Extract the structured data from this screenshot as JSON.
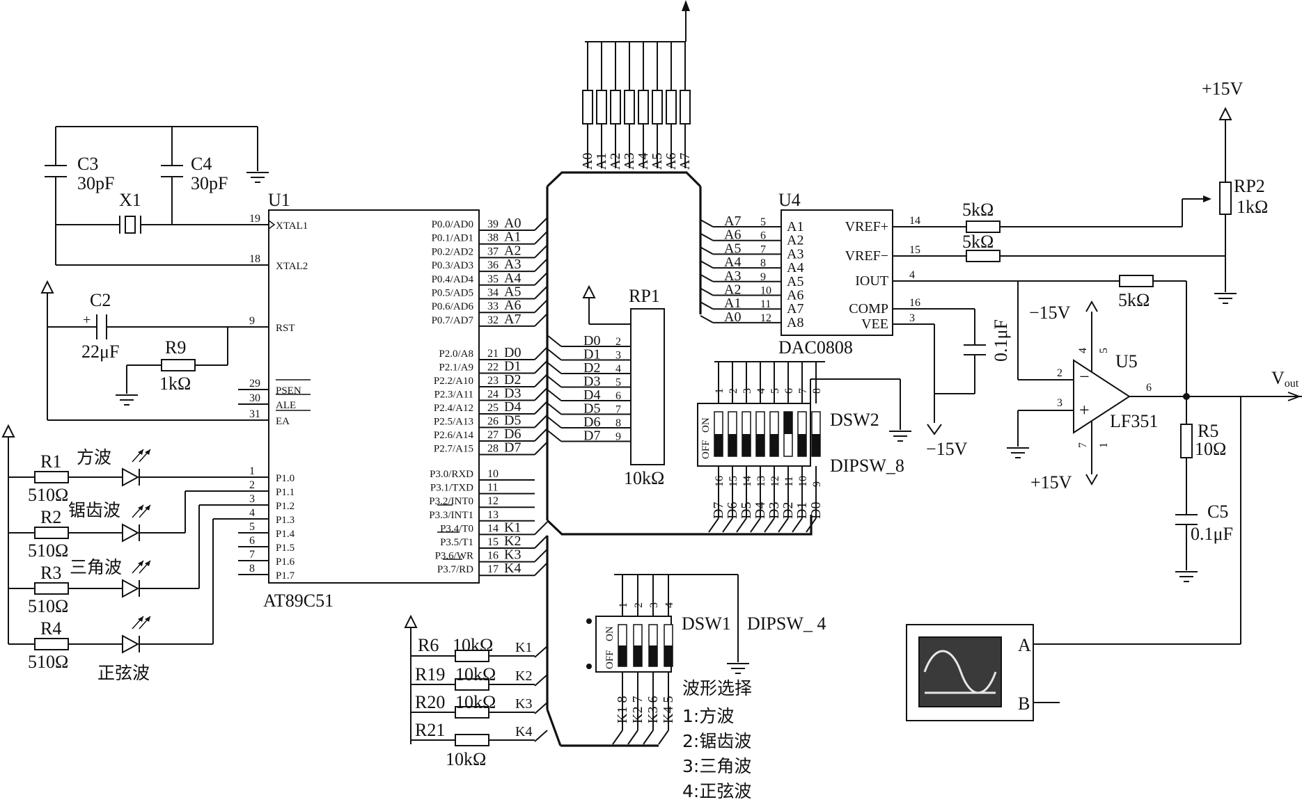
{
  "u1": {
    "ref": "U1",
    "part": "AT89C51",
    "left_pins": [
      {
        "num": "19",
        "name": "XTAL1"
      },
      {
        "num": "18",
        "name": "XTAL2"
      },
      {
        "num": "9",
        "name": "RST"
      },
      {
        "num": "29",
        "name": "PSEN"
      },
      {
        "num": "30",
        "name": "ALE"
      },
      {
        "num": "31",
        "name": "EA"
      },
      {
        "num": "1",
        "name": "P1.0"
      },
      {
        "num": "2",
        "name": "P1.1"
      },
      {
        "num": "3",
        "name": "P1.2"
      },
      {
        "num": "4",
        "name": "P1.3"
      },
      {
        "num": "5",
        "name": "P1.4"
      },
      {
        "num": "6",
        "name": "P1.5"
      },
      {
        "num": "7",
        "name": "P1.6"
      },
      {
        "num": "8",
        "name": "P1.7"
      }
    ],
    "right_pins": [
      {
        "num": "39",
        "name": "P0.0/AD0",
        "net": "A0"
      },
      {
        "num": "38",
        "name": "P0.1/AD1",
        "net": "A1"
      },
      {
        "num": "37",
        "name": "P0.2/AD2",
        "net": "A2"
      },
      {
        "num": "36",
        "name": "P0.3/AD3",
        "net": "A3"
      },
      {
        "num": "35",
        "name": "P0.4/AD4",
        "net": "A4"
      },
      {
        "num": "34",
        "name": "P0.5/AD5",
        "net": "A5"
      },
      {
        "num": "33",
        "name": "P0.6/AD6",
        "net": "A6"
      },
      {
        "num": "32",
        "name": "P0.7/AD7",
        "net": "A7"
      },
      {
        "num": "21",
        "name": "P2.0/A8",
        "net": "D0"
      },
      {
        "num": "22",
        "name": "P2.1/A9",
        "net": "D1"
      },
      {
        "num": "23",
        "name": "P2.2/A10",
        "net": "D2"
      },
      {
        "num": "24",
        "name": "P2.3/A11",
        "net": "D3"
      },
      {
        "num": "25",
        "name": "P2.4/A12",
        "net": "D4"
      },
      {
        "num": "26",
        "name": "P2.5/A13",
        "net": "D5"
      },
      {
        "num": "27",
        "name": "P2.6/A14",
        "net": "D6"
      },
      {
        "num": "28",
        "name": "P2.7/A15",
        "net": "D7"
      },
      {
        "num": "10",
        "name": "P3.0/RXD",
        "net": ""
      },
      {
        "num": "11",
        "name": "P3.1/TXD",
        "net": ""
      },
      {
        "num": "12",
        "name": "P3.2/INT0",
        "net": ""
      },
      {
        "num": "13",
        "name": "P3.3/INT1",
        "net": ""
      },
      {
        "num": "14",
        "name": "P3.4/T0",
        "net": "K1"
      },
      {
        "num": "15",
        "name": "P3.5/T1",
        "net": "K2"
      },
      {
        "num": "16",
        "name": "P3.6/WR",
        "net": "K3"
      },
      {
        "num": "17",
        "name": "P3.7/RD",
        "net": "K4"
      }
    ]
  },
  "pullup_nets": [
    "A0",
    "A1",
    "A2",
    "A3",
    "A4",
    "A5",
    "A6",
    "A7"
  ],
  "crystal": {
    "c3": "C3",
    "c3_val": "30pF",
    "c4": "C4",
    "c4_val": "30pF",
    "x1": "X1"
  },
  "reset": {
    "c2": "C2",
    "c2_val": "22μF",
    "c2_plus": "+",
    "r9": "R9",
    "r9_val": "1kΩ"
  },
  "leds": [
    {
      "ref": "R1",
      "val": "510Ω",
      "label": "方波"
    },
    {
      "ref": "R2",
      "val": "510Ω",
      "label": "锯齿波"
    },
    {
      "ref": "R3",
      "val": "510Ω",
      "label": "三角波"
    },
    {
      "ref": "R4",
      "val": "510Ω",
      "label": "正弦波"
    }
  ],
  "rp1": {
    "ref": "RP1",
    "val": "10kΩ",
    "nets": [
      "D0",
      "D1",
      "D2",
      "D3",
      "D4",
      "D5",
      "D6",
      "D7"
    ],
    "pins": [
      "2",
      "3",
      "4",
      "5",
      "6",
      "7",
      "8",
      "9"
    ]
  },
  "dsw2": {
    "ref": "DSW2",
    "part": "DIPSW_8",
    "top_pins": [
      "1",
      "2",
      "3",
      "4",
      "5",
      "6",
      "7",
      "8"
    ],
    "bottom_pins": [
      "16",
      "15",
      "14",
      "13",
      "12",
      "11",
      "10",
      "9"
    ],
    "bottom_nets": [
      "D7",
      "D6",
      "D5",
      "D4",
      "D3",
      "D2",
      "D1",
      "D0"
    ],
    "off": "OFF",
    "on": "ON",
    "switch_on": [
      true,
      true,
      true,
      true,
      true,
      false,
      true,
      true
    ]
  },
  "dsw1": {
    "ref": "DSW1",
    "part": "DIPSW_ 4",
    "top_pins": [
      "1",
      "2",
      "3",
      "4"
    ],
    "bottom": [
      "K1 8",
      "K2 7",
      "K3 6",
      "K4 5"
    ],
    "off": "OFF",
    "on": "ON",
    "switch_on": [
      true,
      true,
      true,
      true
    ]
  },
  "key_res": [
    {
      "ref": "R6",
      "val": "10kΩ",
      "net": "K1"
    },
    {
      "ref": "R19",
      "val": "10kΩ",
      "net": "K2"
    },
    {
      "ref": "R20",
      "val": "10kΩ",
      "net": "K3"
    },
    {
      "ref": "R21",
      "val": "10kΩ",
      "net": "K4"
    }
  ],
  "wave_select": {
    "title": "波形选择",
    "items": [
      "1:方波",
      "2:锯齿波",
      "3:三角波",
      "4:正弦波"
    ]
  },
  "u4": {
    "ref": "U4",
    "part": "DAC0808",
    "left_pins": [
      {
        "net": "A7",
        "num": "5",
        "name": "A1"
      },
      {
        "net": "A6",
        "num": "6",
        "name": "A2"
      },
      {
        "net": "A5",
        "num": "7",
        "name": "A3"
      },
      {
        "net": "A4",
        "num": "8",
        "name": "A4"
      },
      {
        "net": "A3",
        "num": "9",
        "name": "A5"
      },
      {
        "net": "A2",
        "num": "10",
        "name": "A6"
      },
      {
        "net": "A1",
        "num": "11",
        "name": "A7"
      },
      {
        "net": "A0",
        "num": "12",
        "name": "A8"
      }
    ],
    "right_pins": [
      {
        "num": "14",
        "name": "VREF+"
      },
      {
        "num": "15",
        "name": "VREF−"
      },
      {
        "num": "4",
        "name": "IOUT"
      },
      {
        "num": "16",
        "name": "COMP"
      },
      {
        "num": "3",
        "name": "VEE"
      }
    ]
  },
  "ref_res": [
    {
      "val": "5kΩ"
    },
    {
      "val": "5kΩ"
    }
  ],
  "rp2": {
    "ref": "RP2",
    "val": "1kΩ",
    "supply": "+15V"
  },
  "comp_cap": {
    "val": "0.1μF"
  },
  "neg_supply": "−15V",
  "u5": {
    "ref": "U5",
    "part": "LF351",
    "vneg": "−15V",
    "vpos": "+15V",
    "pin_inv": "2",
    "pin_noninv": "3",
    "pin_out": "6",
    "pin_top": "4",
    "pin_top2": "5",
    "pin_bot": "7",
    "pin_bot2": "1",
    "minus": "−",
    "plus": "+"
  },
  "feedback_res": {
    "val": "5kΩ"
  },
  "out_filter": {
    "r5": "R5",
    "r5_val": "10Ω",
    "c5": "C5",
    "c5_val": "0.1μF"
  },
  "vout": {
    "main": "V",
    "sub": "out"
  },
  "scope": {
    "a": "A",
    "b": "B"
  }
}
